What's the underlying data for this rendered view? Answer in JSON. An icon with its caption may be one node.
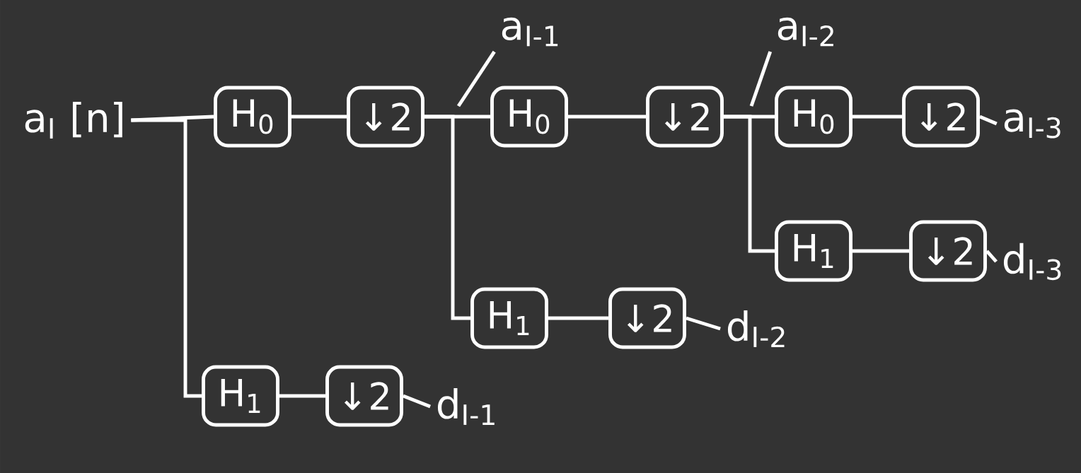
{
  "diagram": {
    "nodes": [
      {
        "text": [
          "a$_{I}$ [n]"
        ]
      },
      {
        "text": [
          "H$_{0}$"
        ]
      },
      {
        "text": [
          "↓2"
        ]
      },
      {
        "text": [
          "a$_{I-1}$"
        ]
      },
      {
        "text": [
          "H$_{0}$"
        ]
      },
      {
        "text": [
          "↓2"
        ]
      },
      {
        "text": [
          "a$_{I-2}$"
        ]
      },
      {
        "text": [
          "H$_{0}$"
        ]
      },
      {
        "text": [
          "↓2"
        ]
      },
      {
        "text": [
          "a$_{I-3}$"
        ]
      },
      {
        "text": [
          "H$_{1}$"
        ]
      },
      {
        "text": [
          "↓2"
        ]
      },
      {
        "text": [
          "d$_{I-3}$"
        ]
      },
      {
        "text": [
          "H$_{1}$"
        ]
      },
      {
        "text": [
          "↓2"
        ]
      },
      {
        "text": [
          "d$_{I-2}$"
        ]
      },
      {
        "text": [
          "H$_{1}$"
        ]
      },
      {
        "text": [
          "↓2"
        ]
      },
      {
        "text": [
          "d$_{I-1}$"
        ]
      }
    ],
    "edges": [
      {
        "from": 0,
        "to": 1,
        "arrow": "none"
      },
      {
        "from": 1,
        "to": 2,
        "arrow": "none"
      },
      {
        "from": 2,
        "to": 4,
        "arrow": "none"
      },
      {
        "from": 4,
        "to": 5,
        "arrow": "none"
      },
      {
        "from": 5,
        "to": 7,
        "arrow": "none"
      },
      {
        "from": 7,
        "to": 8,
        "arrow": "none"
      },
      {
        "from": 8,
        "to": 9,
        "arrow": "none"
      },
      {
        "from": 0,
        "to": 16,
        "arrow": "none"
      },
      {
        "from": 16,
        "to": 17,
        "arrow": "none"
      },
      {
        "from": 17,
        "to": 18,
        "arrow": "none"
      },
      {
        "from": 2,
        "to": 13,
        "arrow": "none"
      },
      {
        "from": 13,
        "to": 14,
        "arrow": "none"
      },
      {
        "from": 14,
        "to": 15,
        "arrow": "none"
      },
      {
        "from": 5,
        "to": 10,
        "arrow": "none"
      },
      {
        "from": 10,
        "to": 11,
        "arrow": "none"
      },
      {
        "from": 11,
        "to": 12,
        "arrow": "none"
      },
      {
        "from": 3,
        "to": null,
        "arrow": "none"
      },
      {
        "from": 6,
        "to": null,
        "arrow": "none"
      }
    ]
  }
}
